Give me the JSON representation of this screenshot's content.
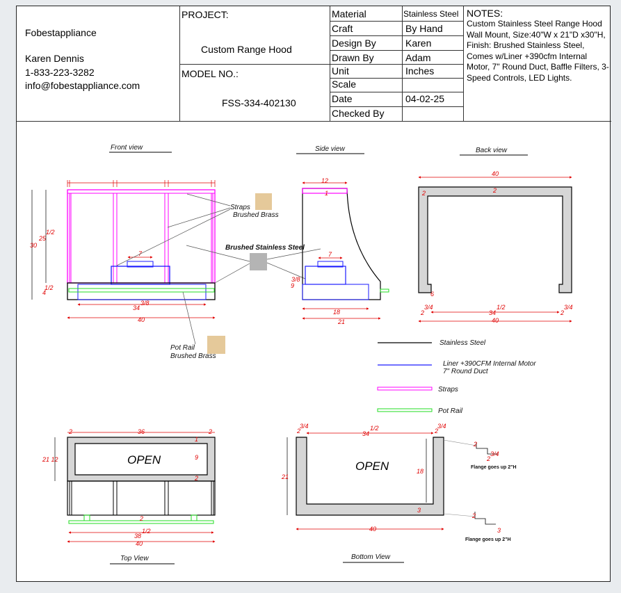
{
  "company": {
    "name": "Fobestappliance",
    "contact": "Karen Dennis",
    "phone": "1-833-223-3282",
    "email": "info@fobestappliance.com"
  },
  "project": {
    "label": "PROJECT:",
    "value": "Custom Range Hood"
  },
  "model": {
    "label": "MODEL NO.:",
    "value": "FSS-334-402130"
  },
  "specs": [
    {
      "label": "Material",
      "value": "Stainless Steel"
    },
    {
      "label": "Craft",
      "value": "By Hand"
    },
    {
      "label": "Design By",
      "value": "Karen"
    },
    {
      "label": "Drawn By",
      "value": "Adam"
    },
    {
      "label": "Unit",
      "value": "Inches"
    },
    {
      "label": "Scale",
      "value": ""
    },
    {
      "label": "Date",
      "value": "04-02-25"
    },
    {
      "label": "Checked By",
      "value": ""
    }
  ],
  "notes": {
    "title": "NOTES:",
    "text": "Custom Stainless Steel Range Hood Wall Mount, Size:40\"W x 21\"D x30\"H, Finish: Brushed Stainless Steel, Comes w/Liner +390cfm Internal Motor, 7\" Round Duct, Baffle Filters, 3-Speed Controls, LED Lights."
  },
  "views": {
    "front": "Front view",
    "side": "Side view",
    "back": "Back view",
    "top": "Top View",
    "bottom": "Bottom View"
  },
  "callouts": {
    "straps_1": "Straps",
    "straps_2": "Brushed Brass",
    "brushed_ss": "Brushed Stainless Steel",
    "potrail_1": "Pot Rail",
    "potrail_2": "Brushed Brass",
    "open": "OPEN",
    "flange": "Flange goes up 2\"H"
  },
  "legend": [
    {
      "label": "Stainless Steel",
      "color": "#000000"
    },
    {
      "label": "Liner +390CFM Internal Motor",
      "label2": "7\" Round Duct",
      "color": "#1a1aff"
    },
    {
      "label": "Straps",
      "color": "#ff00ff"
    },
    {
      "label": "Pot Rail",
      "color": "#22dd22"
    }
  ],
  "dims": {
    "d40": "40",
    "d30": "30",
    "d25": "25",
    "d4": "4",
    "d7": "7",
    "d34": "34",
    "d12": "12",
    "d9": "9",
    "d18": "18",
    "d21": "21",
    "d2": "2",
    "d3": "3",
    "d36": "36",
    "d1": "1",
    "d38": "38",
    "d6": "6",
    "d2112": "21 12",
    "half": "1/2",
    "three_eighth": "3/8",
    "three_quarter": "3/4",
    "one_half_sm": "1/2"
  },
  "colors": {
    "straps": "#ff00ff",
    "liner": "#1a1aff",
    "rail": "#22dd22",
    "brass": "#e5c99a",
    "steel": "#b4b4b4",
    "dim": "#e00000"
  }
}
